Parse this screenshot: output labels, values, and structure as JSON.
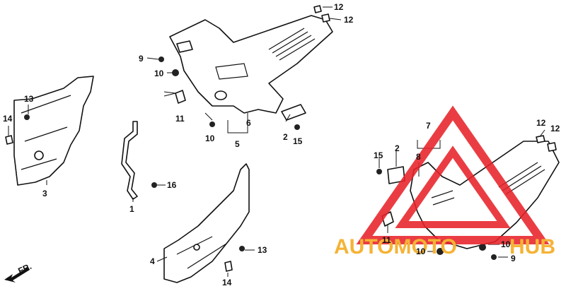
{
  "diagram": {
    "callouts": {
      "c12_top_a": "12",
      "c12_top_b": "12",
      "c9_left": "9",
      "c10_left_a": "10",
      "c11_left": "11",
      "c10_left_b": "10",
      "c6": "6",
      "c5": "5",
      "c2_left": "2",
      "c15_left": "15",
      "c13_left": "13",
      "c14_left": "14",
      "c3": "3",
      "c16": "16",
      "c1": "1",
      "c13_bottom": "13",
      "c4": "4",
      "c14_bottom": "14",
      "c7": "7",
      "c15_right": "15",
      "c2_right": "2",
      "c8": "8",
      "c12_right_a": "12",
      "c12_right_b": "12",
      "c11_right": "11",
      "c10_right_a": "10",
      "c10_right_b": "10",
      "c9_right": "9"
    },
    "direction_label": "FR."
  },
  "watermark": {
    "text_auto": "AUTOMOTO",
    "text_hub": "HUB",
    "color_primary": "#e8232a",
    "color_secondary": "#f5b335"
  }
}
